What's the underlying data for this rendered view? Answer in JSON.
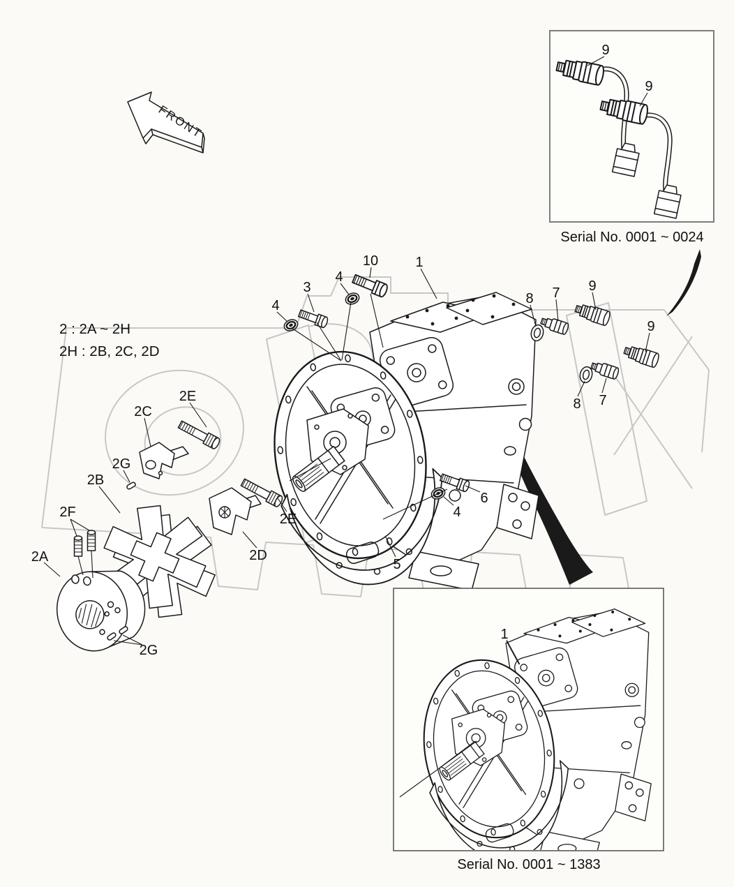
{
  "front_arrow": {
    "label": "FRONT"
  },
  "notes": {
    "line1": "2 : 2A ~ 2H",
    "line2": "2H : 2B, 2C, 2D"
  },
  "insets": {
    "top": {
      "caption": "Serial No. 0001 ~ 0024"
    },
    "bottom": {
      "caption": "Serial No. 0001 ~ 1383"
    }
  },
  "callouts": [
    {
      "text": "3"
    },
    {
      "text": "4"
    },
    {
      "text": "4"
    },
    {
      "text": "10"
    },
    {
      "text": "1"
    },
    {
      "text": "8"
    },
    {
      "text": "7"
    },
    {
      "text": "9"
    },
    {
      "text": "9"
    },
    {
      "text": "8"
    },
    {
      "text": "7"
    },
    {
      "text": "6"
    },
    {
      "text": "4"
    },
    {
      "text": "5"
    },
    {
      "text": "2E"
    },
    {
      "text": "2C"
    },
    {
      "text": "2G"
    },
    {
      "text": "2B"
    },
    {
      "text": "2F"
    },
    {
      "text": "2A"
    },
    {
      "text": "2G"
    },
    {
      "text": "2D"
    },
    {
      "text": "2E"
    },
    {
      "text": "1"
    },
    {
      "text": "9"
    },
    {
      "text": "9"
    }
  ],
  "colors": {
    "line": "#1a1a1a",
    "watermark": "#c7c7c7",
    "background": "#fbfaf6",
    "box_border": "#7d7d7d"
  }
}
